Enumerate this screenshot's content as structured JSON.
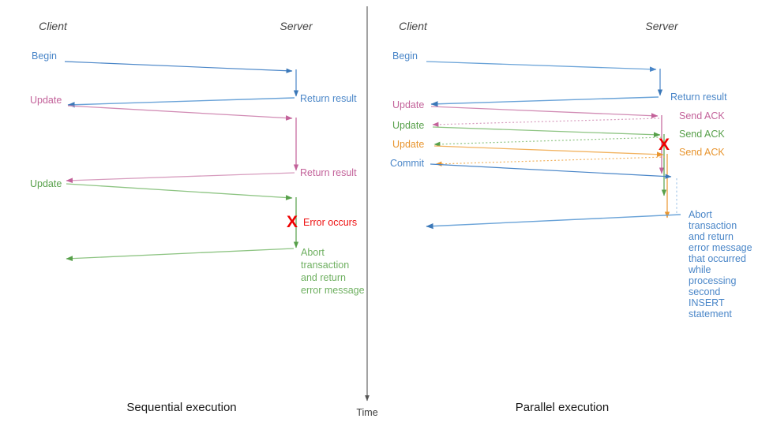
{
  "figure": {
    "title": "Sequential vs parallel transaction execution sequence diagrams",
    "background": "#ffffff",
    "time_axis": {
      "label": "Time",
      "color": "#555555"
    }
  },
  "colors": {
    "blue": "#4a86c8",
    "blue_dark": "#3b78b8",
    "pink": "#c3629a",
    "pink_light": "#d792b8",
    "green": "#57a04a",
    "green_light": "#86c17a",
    "orange": "#e8952f",
    "orange_light": "#f2b25e",
    "red": "#ee0000",
    "actor_gray": "#444444",
    "caption_black": "#1a1a1a"
  },
  "panels": [
    {
      "id": "sequential",
      "caption": "Sequential execution",
      "actors": {
        "client": "Client",
        "server": "Server"
      },
      "messages": [
        {
          "label": "Begin",
          "color": "blue",
          "side": "client"
        },
        {
          "label": "Return result",
          "color": "blue",
          "side": "server"
        },
        {
          "label": "Update",
          "color": "pink",
          "side": "client"
        },
        {
          "label": "Return result",
          "color": "pink",
          "side": "server"
        },
        {
          "label": "Update",
          "color": "green",
          "side": "client"
        },
        {
          "label": "Abort transaction and return error message",
          "color": "green",
          "side": "server"
        }
      ],
      "error": {
        "marker": "X",
        "label": "Error occurs",
        "color": "red"
      },
      "server_note_lines": [
        "Abort",
        "transaction",
        "and return",
        "error message"
      ]
    },
    {
      "id": "parallel",
      "caption": "Parallel execution",
      "actors": {
        "client": "Client",
        "server": "Server"
      },
      "messages": [
        {
          "label": "Begin",
          "color": "blue",
          "side": "client"
        },
        {
          "label": "Return result",
          "color": "blue",
          "side": "server"
        },
        {
          "label": "Update",
          "color": "pink",
          "side": "client"
        },
        {
          "label": "Send ACK",
          "color": "pink",
          "side": "server"
        },
        {
          "label": "Update",
          "color": "green",
          "side": "client"
        },
        {
          "label": "Send ACK",
          "color": "green",
          "side": "server"
        },
        {
          "label": "Update",
          "color": "orange",
          "side": "client"
        },
        {
          "label": "Send ACK",
          "color": "orange",
          "side": "server"
        },
        {
          "label": "Commit",
          "color": "blue",
          "side": "client"
        }
      ],
      "error": {
        "marker": "X",
        "label": "",
        "color": "red"
      },
      "server_note_lines": [
        "Abort",
        "transaction",
        "and return",
        "error message",
        "that occurred",
        "while",
        "processing",
        "second",
        "INSERT",
        "statement"
      ]
    }
  ],
  "left": {
    "actor_client": "Client",
    "actor_server": "Server",
    "msg_begin": "Begin",
    "msg_return_result_1": "Return result",
    "msg_update_1": "Update",
    "msg_return_result_2": "Return result",
    "msg_update_2": "Update",
    "x_mark": "X",
    "error_occurs": "Error occurs",
    "abort_line_1": "Abort",
    "abort_line_2": "transaction",
    "abort_line_3": "and return",
    "abort_line_4": "error message",
    "caption": "Sequential execution"
  },
  "right": {
    "actor_client": "Client",
    "actor_server": "Server",
    "msg_begin": "Begin",
    "msg_return_result": "Return result",
    "msg_update_1": "Update",
    "msg_send_ack_1": "Send ACK",
    "msg_update_2": "Update",
    "msg_send_ack_2": "Send ACK",
    "msg_update_3": "Update",
    "msg_send_ack_3": "Send ACK",
    "msg_commit": "Commit",
    "x_mark": "X",
    "abort_line_1": "Abort",
    "abort_line_2": "transaction",
    "abort_line_3": "and return",
    "abort_line_4": "error message",
    "abort_line_5": "that occurred",
    "abort_line_6": "while",
    "abort_line_7": "processing",
    "abort_line_8": "second",
    "abort_line_9": "INSERT",
    "abort_line_10": "statement",
    "caption": "Parallel execution"
  },
  "time": {
    "label": "Time"
  }
}
